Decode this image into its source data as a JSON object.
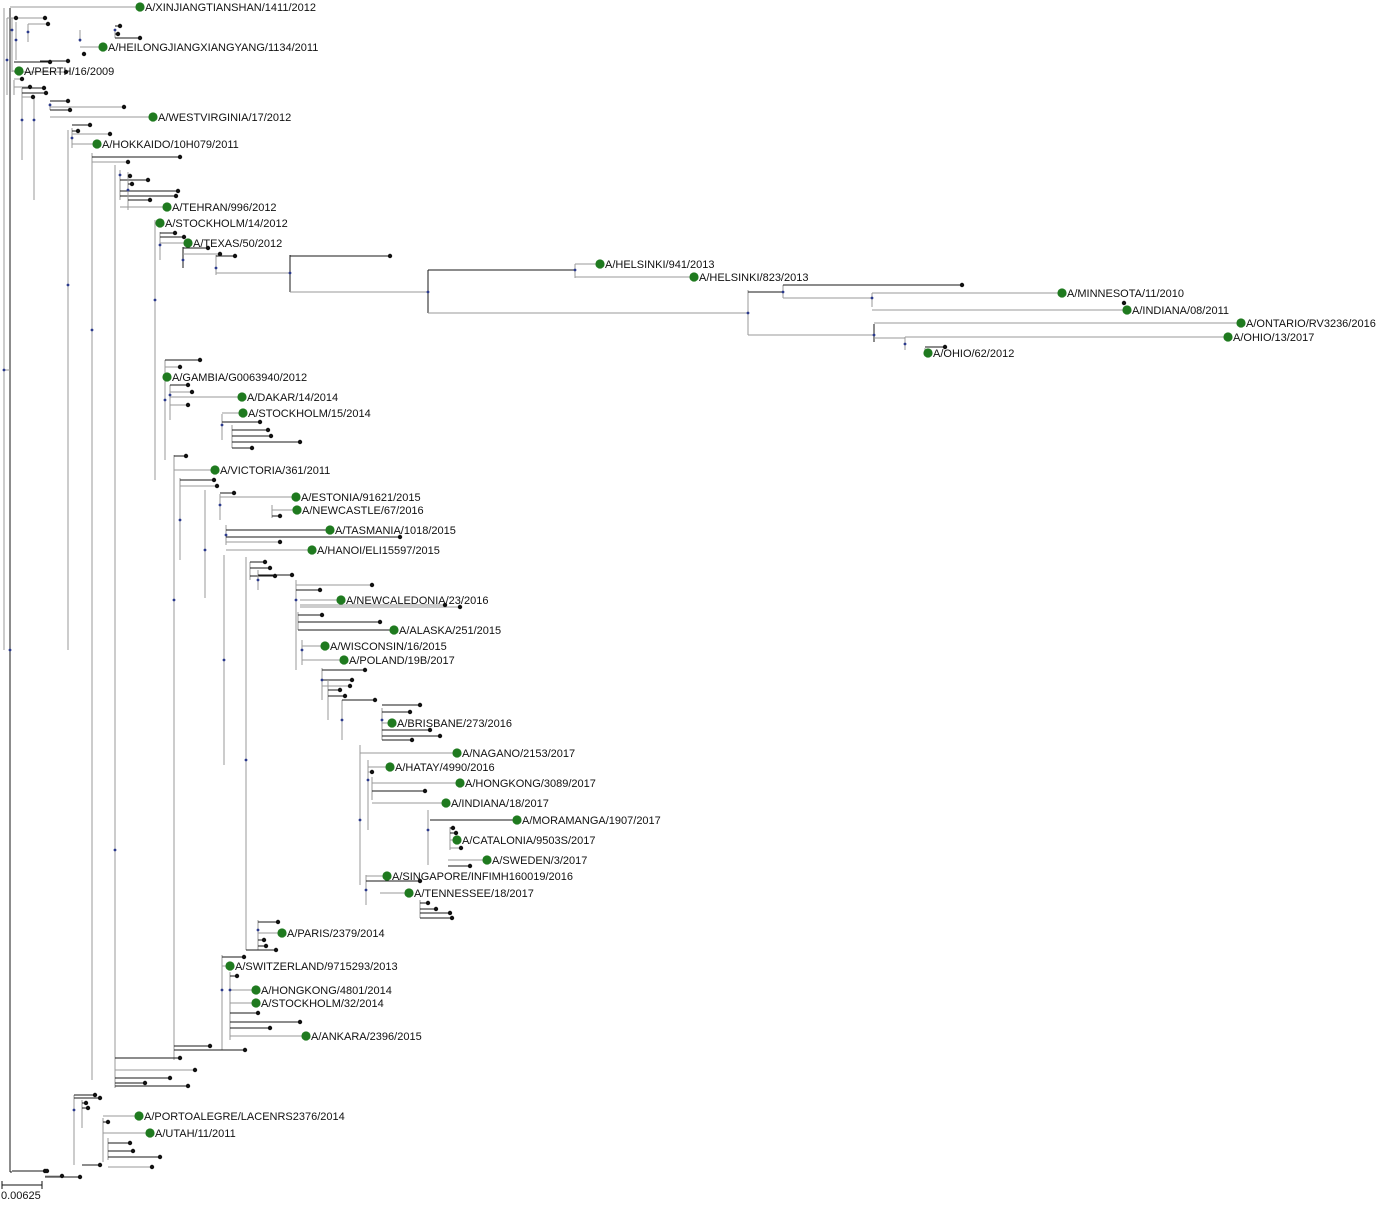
{
  "figure": {
    "type": "phylogenetic-tree",
    "layout": "rectangular",
    "colors": {
      "branch_dark": "#1a1a1a",
      "branch_light": "#9a9a9a",
      "node_dot": "#2b3a8c",
      "tip_dot": "#111111",
      "highlight_tip": "#1f7a1f",
      "label_text": "#111111"
    },
    "scale_bar": {
      "value": 0.00625,
      "label": "0.00625"
    },
    "highlighted_tips": [
      "A/XINJIANGTIANSHAN/1411/2012",
      "A/HEILONGJIANGXIANGYANG/1134/2011",
      "A/PERTH/16/2009",
      "A/WESTVIRGINIA/17/2012",
      "A/HOKKAIDO/10H079/2011",
      "A/TEHRAN/996/2012",
      "A/STOCKHOLM/14/2012",
      "A/TEXAS/50/2012",
      "A/HELSINKI/941/2013",
      "A/HELSINKI/823/2013",
      "A/MINNESOTA/11/2010",
      "A/INDIANA/08/2011",
      "A/ONTARIO/RV3236/2016",
      "A/OHIO/13/2017",
      "A/OHIO/62/2012",
      "A/GAMBIA/G0063940/2012",
      "A/DAKAR/14/2014",
      "A/STOCKHOLM/15/2014",
      "A/VICTORIA/361/2011",
      "A/ESTONIA/91621/2015",
      "A/NEWCASTLE/67/2016",
      "A/TASMANIA/1018/2015",
      "A/HANOI/ELI15597/2015",
      "A/NEWCALEDONIA/23/2016",
      "A/ALASKA/251/2015",
      "A/WISCONSIN/16/2015",
      "A/POLAND/19B/2017",
      "A/BRISBANE/273/2016",
      "A/NAGANO/2153/2017",
      "A/HATAY/4990/2016",
      "A/HONGKONG/3089/2017",
      "A/INDIANA/18/2017",
      "A/MORAMANGA/1907/2017",
      "A/CATALONIA/9503S/2017",
      "A/SWEDEN/3/2017",
      "A/SINGAPORE/INFIMH160019/2016",
      "A/TENNESSEE/18/2017",
      "A/PARIS/2379/2014",
      "A/SWITZERLAND/9715293/2013",
      "A/HONGKONG/4801/2014",
      "A/STOCKHOLM/32/2014",
      "A/ANKARA/2396/2015",
      "A/PORTOALEGRE/LACENRS2376/2014",
      "A/UTAH/11/2011"
    ]
  }
}
